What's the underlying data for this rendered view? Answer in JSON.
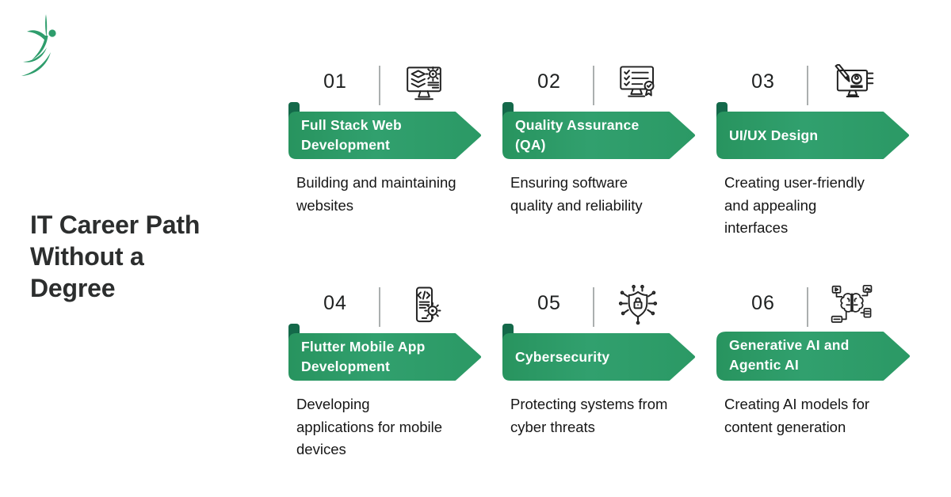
{
  "page": {
    "background": "#ffffff",
    "title": "IT Career Path\nWithout a\nDegree"
  },
  "brand": {
    "logo": "leaping-figure-logo",
    "logo_color": "#2E9D6C"
  },
  "colors": {
    "banner_green": "#2F9D6B",
    "banner_green_edge": "#28945F",
    "banner_fold_dark": "#14694A",
    "banner_text": "#FFFFFF",
    "title_text": "#2C2E2E",
    "number_text": "#1E2020",
    "divider_gray": "#ABAFAF",
    "description_text": "#161616"
  },
  "cards": [
    {
      "number": "01",
      "icon": "fullstack-monitor-layers-gear-icon",
      "label": "Full Stack Web\nDevelopment",
      "description": "Building and maintaining\nwebsites"
    },
    {
      "number": "02",
      "icon": "qa-monitor-checklist-badge-icon",
      "label": "Quality Assurance\n(QA)",
      "description": "Ensuring software\nquality and reliability"
    },
    {
      "number": "03",
      "icon": "uiux-screen-pen-profile-icon",
      "label": "UI/UX Design",
      "description": "Creating user-friendly\nand appealing\ninterfaces"
    },
    {
      "number": "04",
      "icon": "flutter-phone-code-gear-icon",
      "label": "Flutter Mobile App\nDevelopment",
      "description": "Developing\napplications for mobile\ndevices"
    },
    {
      "number": "05",
      "icon": "cybersecurity-shield-lock-circuit-icon",
      "label": "Cybersecurity",
      "description": "Protecting systems from\ncyber threats"
    },
    {
      "number": "06",
      "icon": "generative-ai-brain-network-icon",
      "label": "Generative AI and\nAgentic AI",
      "description": "Creating AI models for\ncontent generation"
    }
  ]
}
